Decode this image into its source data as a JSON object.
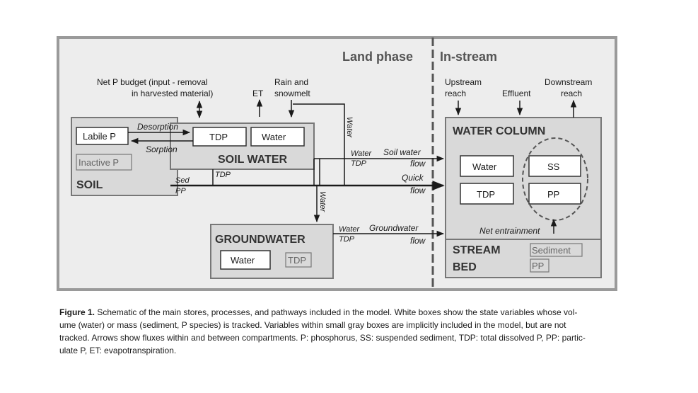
{
  "headers": {
    "land": "Land phase",
    "instream": "In-stream"
  },
  "top_labels": {
    "net_p_line1": "Net P budget (input - removal",
    "net_p_line2": "in harvested material)",
    "et": "ET",
    "rain_line1": "Rain and",
    "rain_line2": "snowmelt",
    "upstream_line1": "Upstream",
    "upstream_line2": "reach",
    "effluent": "Effluent",
    "downstream_line1": "Downstream",
    "downstream_line2": "reach"
  },
  "soil": {
    "title": "SOIL",
    "labile_p": "Labile P",
    "inactive_p": "Inactive P"
  },
  "soil_water": {
    "title": "SOIL WATER",
    "tdp": "TDP",
    "water": "Water"
  },
  "groundwater": {
    "title": "GROUNDWATER",
    "water": "Water",
    "tdp": "TDP"
  },
  "water_column": {
    "title": "WATER COLUMN",
    "water": "Water",
    "ss": "SS",
    "tdp": "TDP",
    "pp": "PP"
  },
  "stream_bed": {
    "title_line1": "STREAM",
    "title_line2": "BED",
    "sediment": "Sediment",
    "pp": "PP"
  },
  "flows": {
    "desorption": "Desorption",
    "sorption": "Sorption",
    "water_vertical_top": "Water",
    "water_vertical_gw": "Water",
    "soil_flow_water": "Water",
    "soil_flow_tdp": "TDP",
    "soil_flow_line1": "Soil water",
    "soil_flow_line2": "flow",
    "quick_tdp": "TDP",
    "quick_sed": "Sed",
    "quick_pp": "PP",
    "quick_line1": "Quick",
    "quick_line2": "flow",
    "gw_flow_water": "Water",
    "gw_flow_tdp": "TDP",
    "gw_flow_line1": "Groundwater",
    "gw_flow_line2": "flow",
    "net_entrainment": "Net entrainment"
  },
  "caption": {
    "label": "Figure 1.",
    "line1": "Schematic of the main stores, processes, and pathways included in the model. White boxes show the state variables whose vol-",
    "line2": "ume (water) or mass (sediment, P species) is tracked. Variables within small gray boxes are implicitly included in the model, but are not",
    "line3": "tracked. Arrows show fluxes within and between compartments. P: phosphorus, SS: suspended sediment, TDP: total dissolved P, PP: partic-",
    "line4": "ulate P, ET: evapotranspiration."
  }
}
